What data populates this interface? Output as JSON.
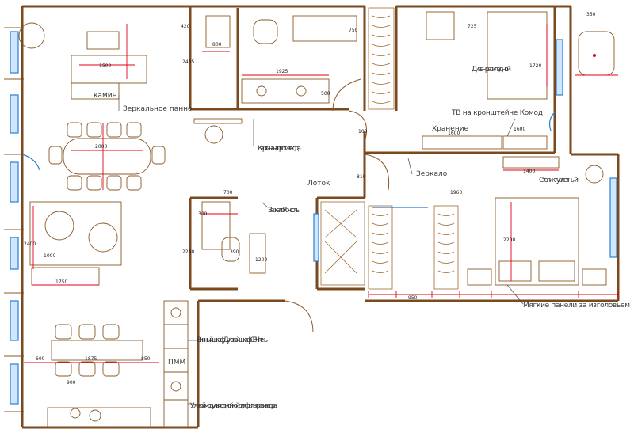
{
  "labels": {
    "mirror_panel": "Зеркальное панно",
    "fireplace": "камин",
    "picture_entrance": "Картина напротив входа",
    "tray": "Лоток",
    "mirror_console": "Зеркало Консоль",
    "mirror": "Зеркало",
    "storage": "Хранение",
    "tv_bracket": "ТВ на кронштейне Комод",
    "sofa_bed": "Диван раскладной",
    "dressing_table": "Столик туалетный",
    "soft_panels": "Мягкие панели за изголовьем",
    "oven_cabinet": "Винный шкаф Духовой шкаф СВЧ печь",
    "dishwasher": "ПММ",
    "corner_module": "Угловой модуль под мойкой для фильтров и ведра."
  },
  "dimensions": {
    "d1925": "1925",
    "d2000": "2000",
    "d2400a": "2400",
    "d2435": "2435",
    "d1000": "1000",
    "d1750": "1750",
    "d1875": "1875",
    "d1600a": "1600",
    "d1600b": "1600",
    "d1400": "1400",
    "d2200": "2200",
    "d2240": "2240",
    "d1960": "1960",
    "d1200": "1200",
    "d300": "300",
    "d600": "600",
    "d950": "950",
    "d850": "850",
    "d900": "900",
    "d810": "810",
    "d750": "750",
    "d700": "700",
    "d800": "800",
    "d500": "500",
    "d420": "420",
    "d350": "350",
    "d100": "100",
    "d390": "390",
    "d725": "725",
    "d1720": "1720"
  }
}
